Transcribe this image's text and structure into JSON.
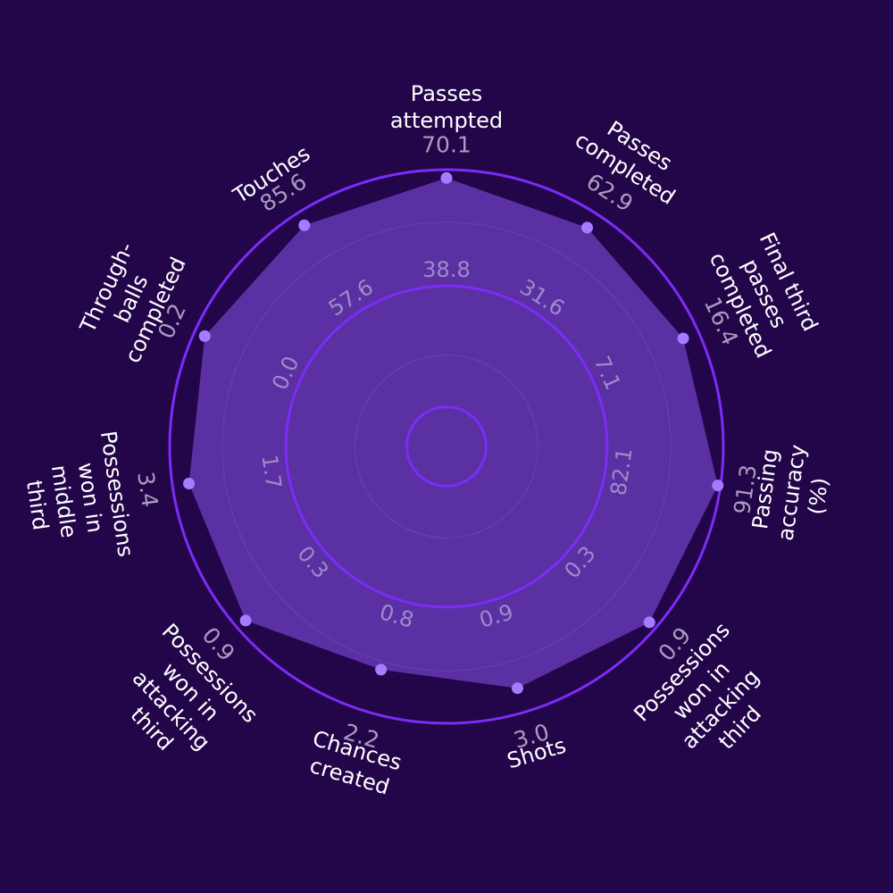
{
  "colors": {
    "background": "#23054a",
    "polygon_fill": "#5e33a8",
    "ring_stroke": "#7c2cf6",
    "faint_ring": "#7a50c0",
    "marker": "#a77bff",
    "label": "#ffffff",
    "value_text": "#a99cbf"
  },
  "chart_data": {
    "type": "radar",
    "title": "",
    "axes": [
      {
        "label": "Passes attempted",
        "label_lines": [
          "Passes",
          "attempted"
        ],
        "value": "70.1",
        "inner_value": "38.8",
        "level": 0.97
      },
      {
        "label": "Passes completed",
        "label_lines": [
          "Passes",
          "completed"
        ],
        "value": "62.9",
        "inner_value": "31.6",
        "level": 0.94
      },
      {
        "label": "Final third passes completed",
        "label_lines": [
          "Final third",
          "passes",
          "completed"
        ],
        "value": "16.4",
        "inner_value": "7.1",
        "level": 0.94
      },
      {
        "label": "Passing accuracy (%)",
        "label_lines": [
          "Passing",
          "accuracy",
          "(%)"
        ],
        "value": "91.3",
        "inner_value": "82.1",
        "level": 0.99
      },
      {
        "label": "Possessions won in attacking third",
        "label_lines": [
          "Possessions",
          "won in",
          "attacking",
          "third"
        ],
        "value": "0.9",
        "inner_value": "0.3",
        "level": 0.97
      },
      {
        "label": "Shots",
        "label_lines": [
          "Shots"
        ],
        "value": "3.0",
        "inner_value": "0.9",
        "level": 0.91
      },
      {
        "label": "Chances created",
        "label_lines": [
          "Chances",
          "created"
        ],
        "value": "2.2",
        "inner_value": "0.8",
        "level": 0.84
      },
      {
        "label": "Possessions won in attacking third",
        "label_lines": [
          "Possessions",
          "won in",
          "attacking",
          "third"
        ],
        "value": "0.9",
        "inner_value": "0.3",
        "level": 0.96
      },
      {
        "label": "Possessions won in middle third",
        "label_lines": [
          "Possessions",
          "won in",
          "middle",
          "third"
        ],
        "value": "3.4",
        "inner_value": "1.7",
        "level": 0.94
      },
      {
        "label": "Through-balls completed",
        "label_lines": [
          "Through-",
          "balls",
          "completed"
        ],
        "value": "0.2",
        "inner_value": "0.0",
        "level": 0.96
      },
      {
        "label": "Touches",
        "label_lines": [
          "Touches"
        ],
        "value": "85.6",
        "inner_value": "57.6",
        "level": 0.95
      }
    ],
    "rings": [
      0.143,
      0.58,
      1.0
    ],
    "faint_rings": [
      0.33,
      0.81
    ]
  }
}
